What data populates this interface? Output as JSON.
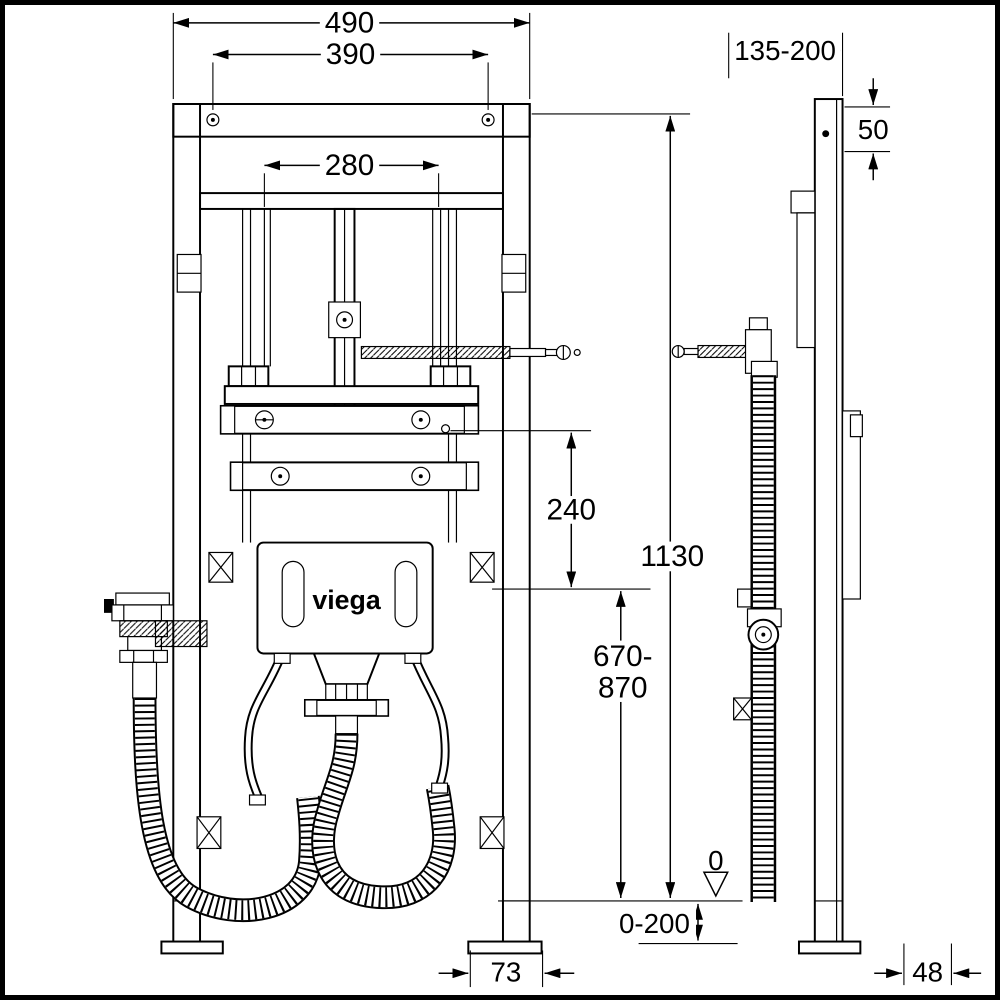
{
  "brand_label": "viega",
  "front_view": {
    "dimensions": {
      "overall_width": "490",
      "mounting_hole_spacing": "390",
      "inner_rod_spacing": "280",
      "bracket_drop": "240",
      "frame_height": "1130",
      "mount_range_line1": "670-",
      "mount_range_line2": "870",
      "floor_adjustment": "0-200",
      "foot_plate_width": "73",
      "zero_level": "0"
    }
  },
  "side_view": {
    "dimensions": {
      "wall_clearance": "135-200",
      "top_fixing_offset": "50",
      "foot_plate_depth": "48"
    }
  }
}
